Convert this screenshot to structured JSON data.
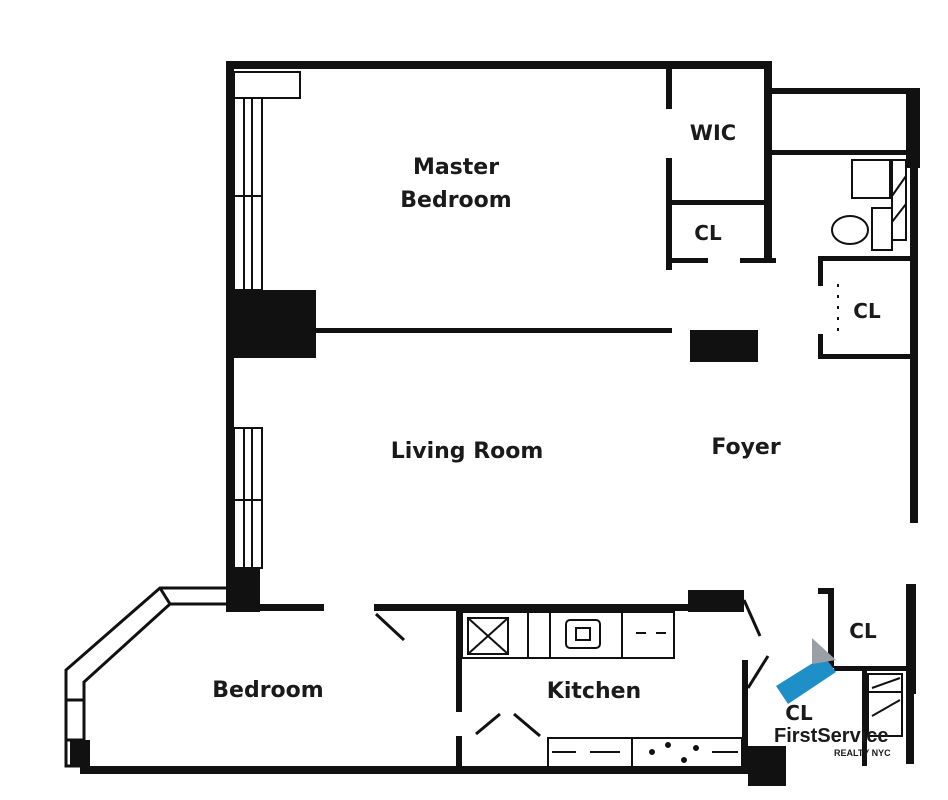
{
  "rooms": {
    "master_bedroom": {
      "line1": "Master",
      "line2": "Bedroom"
    },
    "wic": "WIC",
    "cl_upper": "CL",
    "cl_right": "CL",
    "living_room": "Living Room",
    "foyer": "Foyer",
    "bedroom": "Bedroom",
    "kitchen": "Kitchen",
    "cl_lower_right": "CL",
    "cl_bottom": "CL"
  },
  "watermark": {
    "brand": "FirstService",
    "tagline": "REALTY NYC",
    "accent_color": "#1f8fc8"
  }
}
